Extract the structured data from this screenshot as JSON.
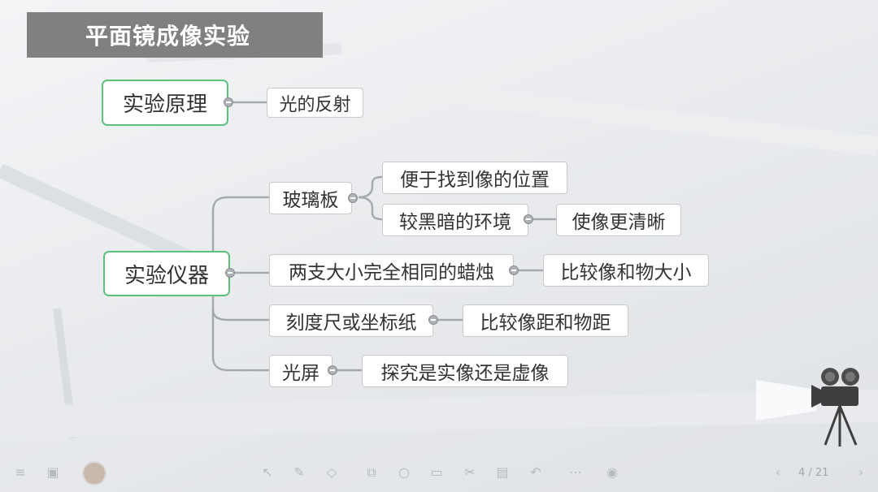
{
  "slide": {
    "title": "平面镜成像实验",
    "nodes": {
      "principle": "实验原理",
      "reflection": "光的反射",
      "instrument": "实验仪器",
      "glass": "玻璃板",
      "find_image": "便于找到像的位置",
      "dark_env": "较黑暗的环境",
      "clear_image": "使像更清晰",
      "candles": "两支大小完全相同的蜡烛",
      "compare_size": "比较像和物大小",
      "ruler": "刻度尺或坐标纸",
      "compare_distance": "比较像距和物距",
      "screen": "光屏",
      "real_virtual": "探究是实像还是虚像"
    }
  },
  "toolbar": {
    "page_indicator": "4 / 21",
    "icons": [
      "menu-icon",
      "slides-icon",
      "avatar",
      "pointer-icon",
      "pen-icon",
      "eraser-icon",
      "shapes-icon",
      "zoom-icon",
      "board-icon",
      "tools-icon",
      "screen-icon",
      "undo-icon",
      "more-icon",
      "mic-icon",
      "prev-page-icon",
      "next-page-icon"
    ]
  },
  "colors": {
    "title_bg": "#808080",
    "root_border": "#5cc27a",
    "link": "#a6a9ad"
  }
}
